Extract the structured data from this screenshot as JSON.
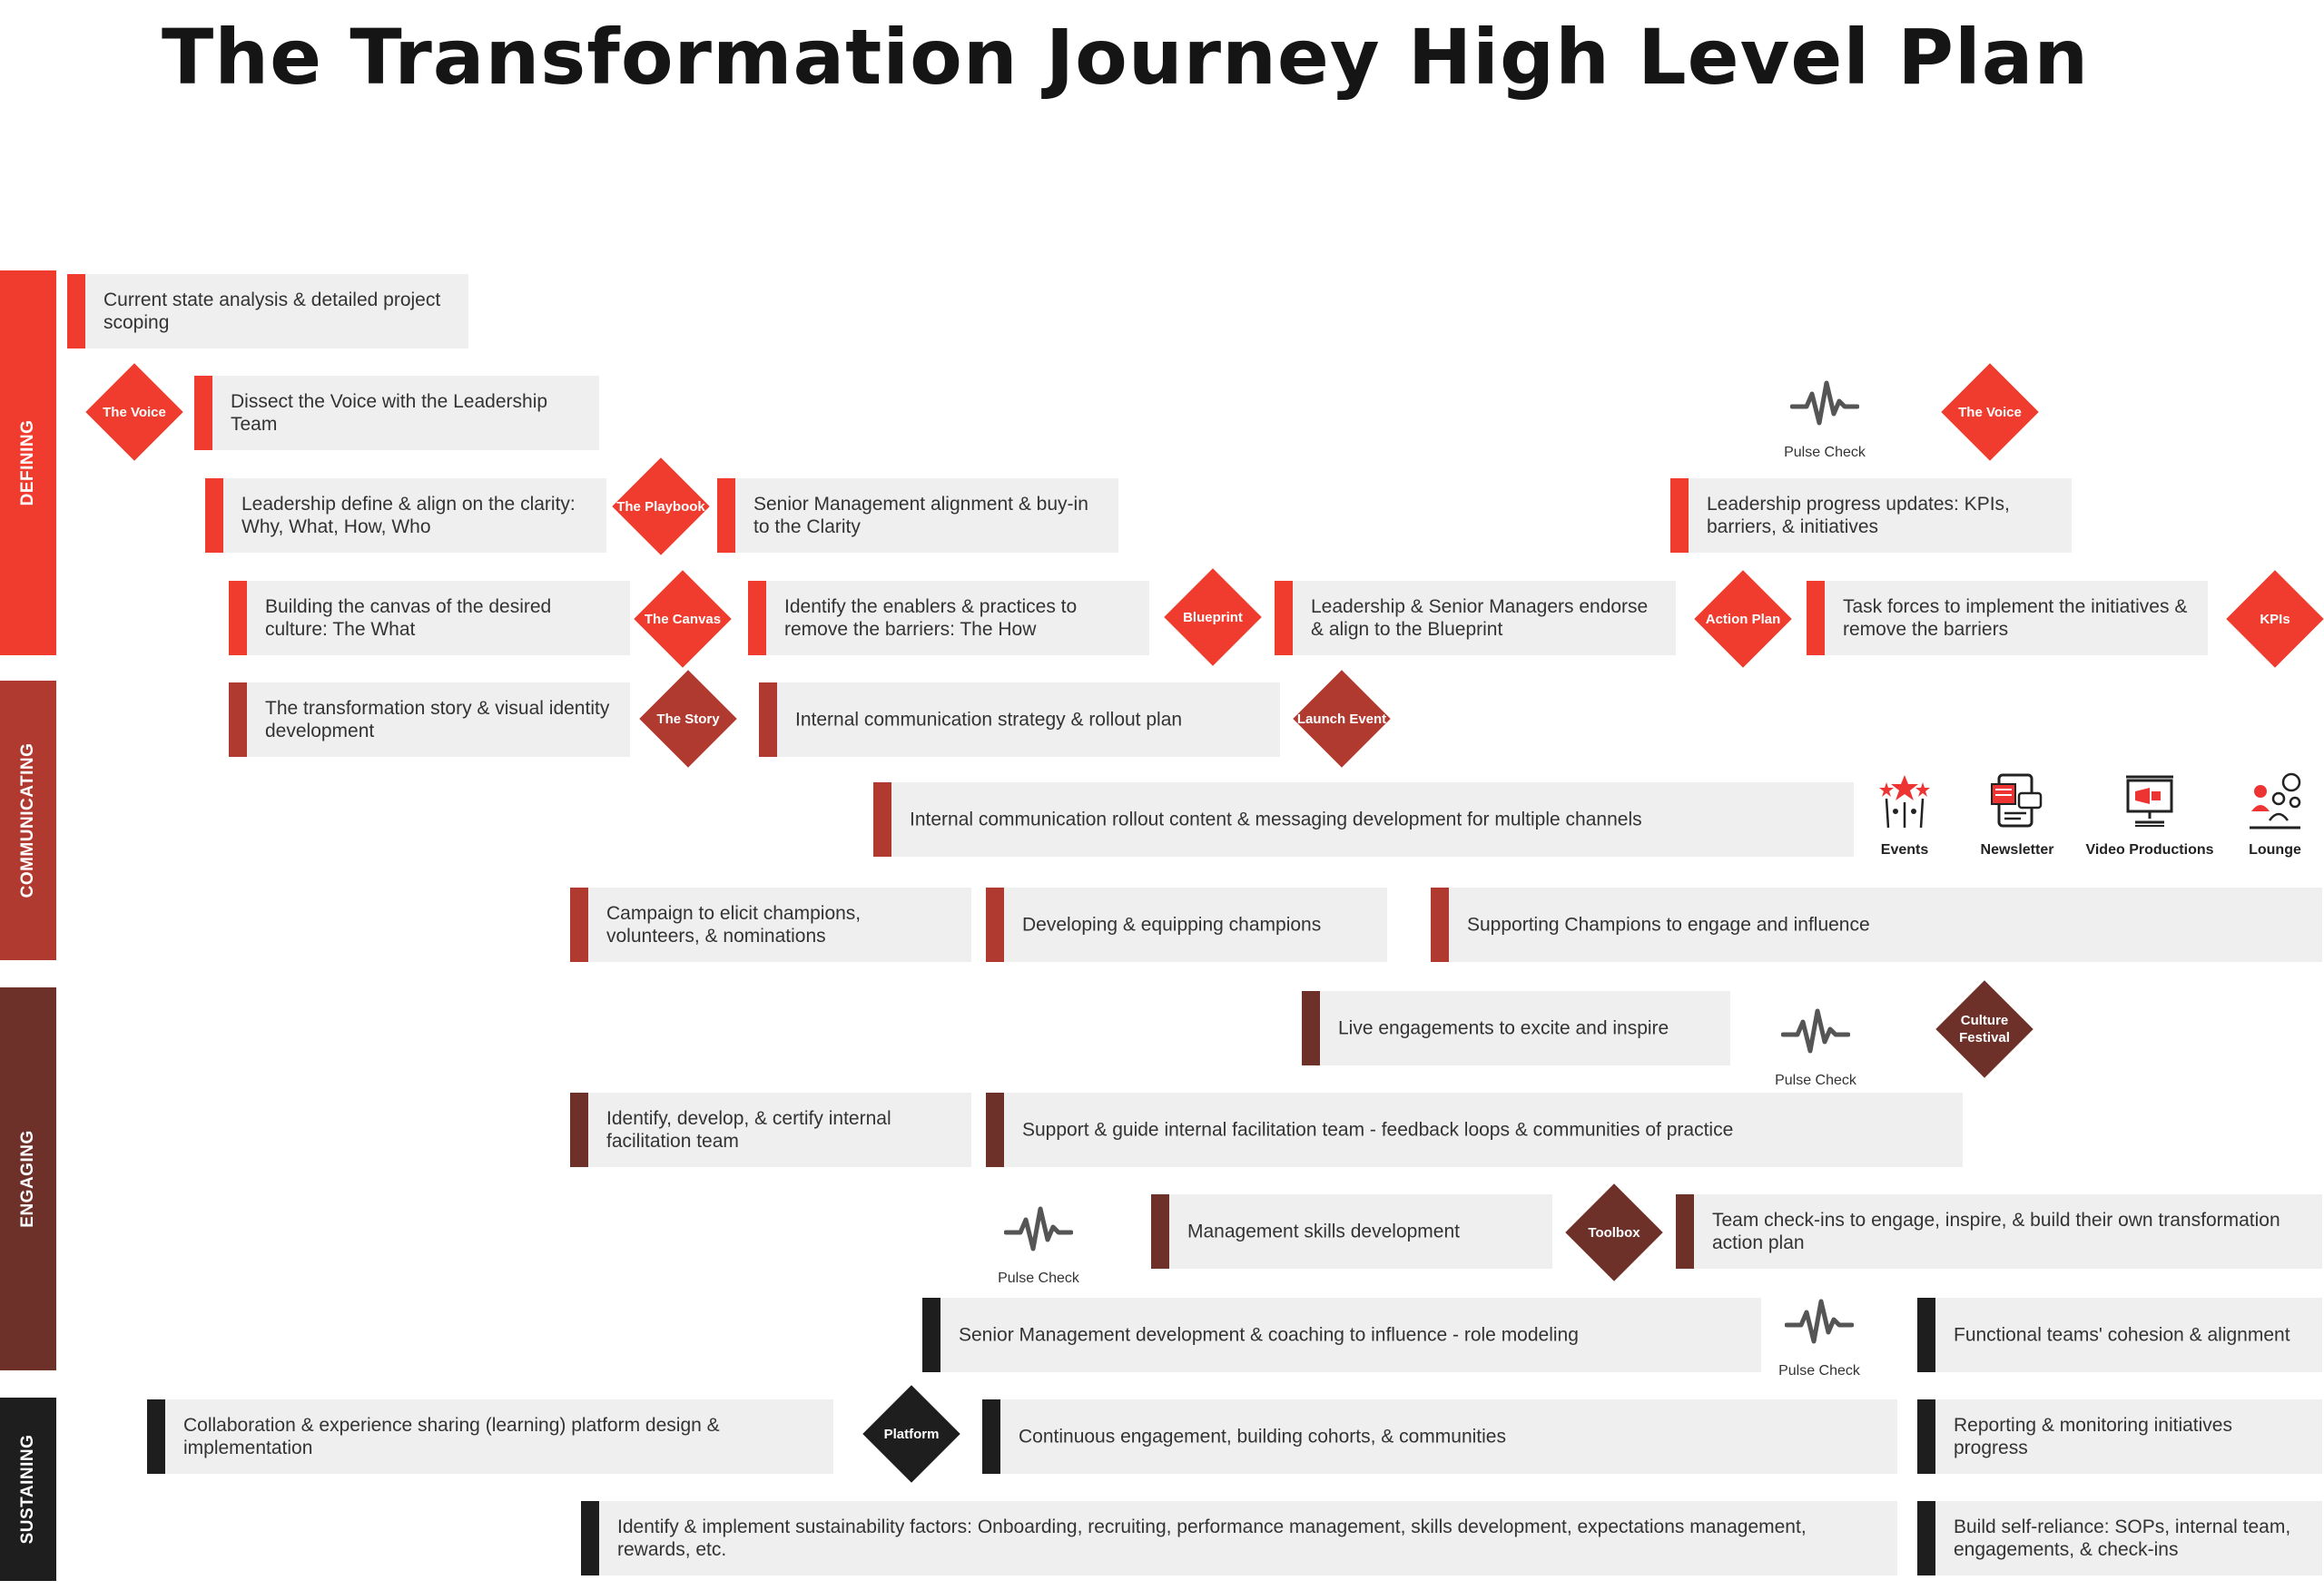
{
  "title": "The Transformation Journey High Level Plan",
  "colors": {
    "defining": "#f03c2e",
    "communicating": "#b13a30",
    "engaging": "#6e3129",
    "sustaining": "#1e1e1e"
  },
  "phases": [
    {
      "label": "DEFINING"
    },
    {
      "label": "COMMUNICATING"
    },
    {
      "label": "ENGAGING"
    },
    {
      "label": "SUSTAINING"
    }
  ],
  "tasks": [
    "Current state analysis & detailed project scoping",
    "Dissect the Voice with the Leadership Team",
    "Leadership define & align on the clarity: Why, What, How, Who",
    "Senior Management alignment & buy-in to the Clarity",
    "Leadership progress updates: KPIs, barriers, & initiatives",
    "Building the canvas of the desired culture: The What",
    "Identify the enablers & practices to remove the barriers: The How",
    "Leadership & Senior Managers endorse & align to the Blueprint",
    "Task forces to implement the initiatives & remove the barriers",
    "The transformation story & visual identity development",
    "Internal communication strategy & rollout plan",
    "Internal communication rollout content & messaging development for multiple channels",
    "Campaign to elicit champions, volunteers, & nominations",
    "Developing & equipping champions",
    "Supporting Champions to engage and influence",
    "Live engagements to excite and inspire",
    "Identify, develop, & certify internal facilitation team",
    "Support & guide internal facilitation team - feedback loops & communities of practice",
    "Management skills development",
    "Team check-ins to engage, inspire, & build their own transformation action plan",
    "Senior Management development & coaching to influence - role modeling",
    "Functional teams' cohesion & alignment",
    "Collaboration & experience sharing (learning) platform design & implementation",
    "Continuous engagement, building cohorts, & communities",
    "Reporting & monitoring initiatives progress",
    "Identify & implement sustainability factors: Onboarding, recruiting, performance management, skills development, expectations management, rewards, etc.",
    "Build self-reliance: SOPs, internal team, engagements, & check-ins"
  ],
  "milestones": [
    "The Voice",
    "The Playbook",
    "The Voice",
    "The Canvas",
    "Blueprint",
    "Action Plan",
    "KPIs",
    "The Story",
    "Launch Event",
    "Culture Festival",
    "Toolbox",
    "Platform"
  ],
  "pulse_label": "Pulse Check",
  "channels": [
    {
      "label": "Events",
      "icon": "fireworks-icon"
    },
    {
      "label": "Newsletter",
      "icon": "newsletter-icon"
    },
    {
      "label": "Video Productions",
      "icon": "video-production-icon"
    },
    {
      "label": "Lounge",
      "icon": "lounge-icon"
    }
  ]
}
